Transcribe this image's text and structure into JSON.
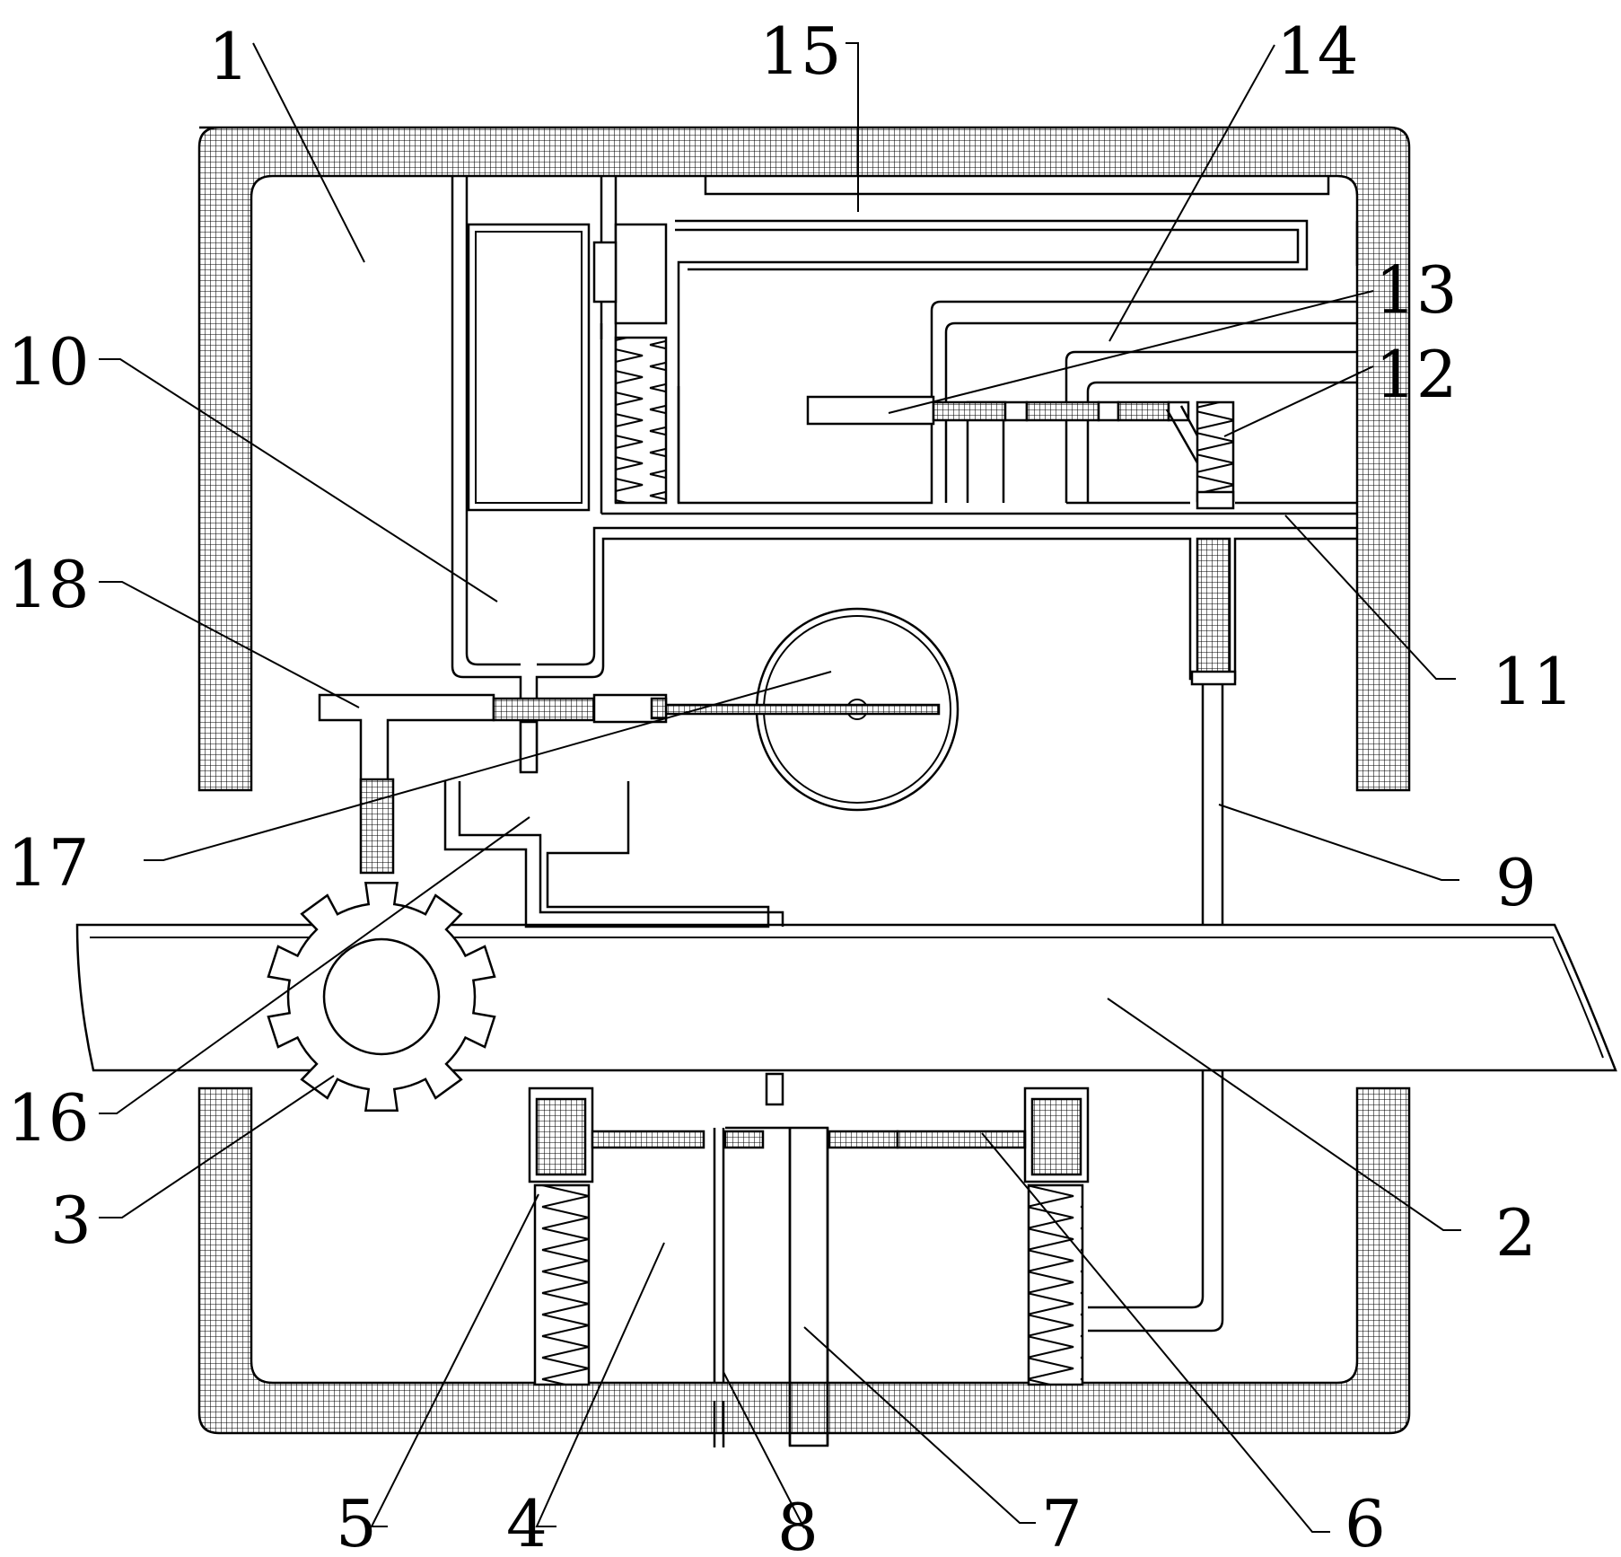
{
  "labels": [
    {
      "id": "1",
      "text": "1"
    },
    {
      "id": "2",
      "text": "2"
    },
    {
      "id": "3",
      "text": "3"
    },
    {
      "id": "4",
      "text": "4"
    },
    {
      "id": "5",
      "text": "5"
    },
    {
      "id": "6",
      "text": "6"
    },
    {
      "id": "7",
      "text": "7"
    },
    {
      "id": "8",
      "text": "8"
    },
    {
      "id": "9",
      "text": "9"
    },
    {
      "id": "10",
      "text": "10"
    },
    {
      "id": "11",
      "text": "11"
    },
    {
      "id": "12",
      "text": "12"
    },
    {
      "id": "13",
      "text": "13"
    },
    {
      "id": "14",
      "text": "14"
    },
    {
      "id": "15",
      "text": "15"
    },
    {
      "id": "16",
      "text": "16"
    },
    {
      "id": "17",
      "text": "17"
    },
    {
      "id": "18",
      "text": "18"
    }
  ]
}
